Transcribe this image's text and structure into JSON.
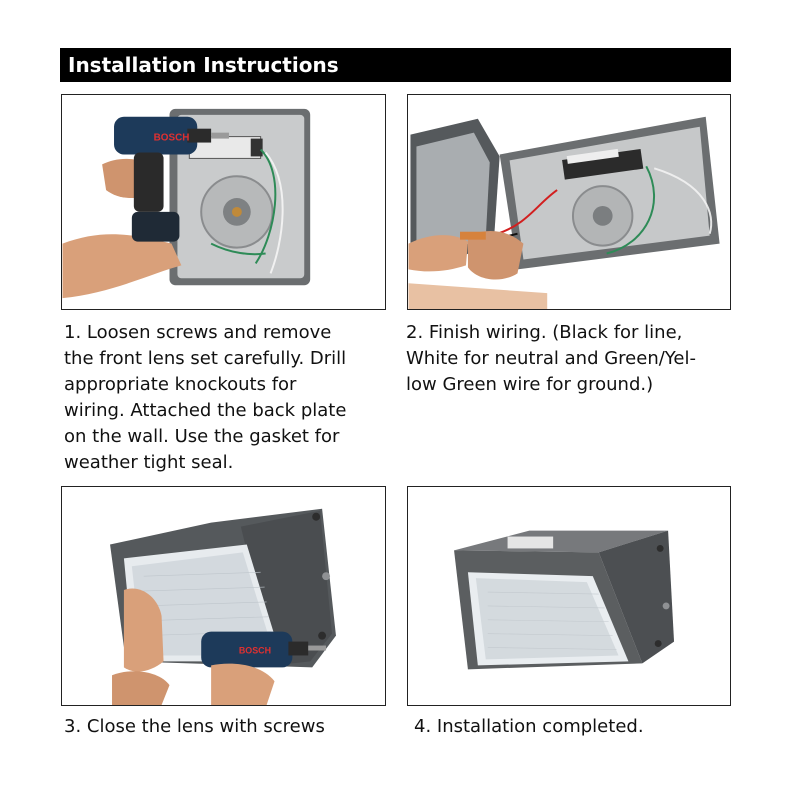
{
  "header": {
    "title": "Installation Instructions"
  },
  "steps": [
    {
      "caption": "1.  Loosen screws and remove\nthe front lens set carefully. Drill\nappropriate knockouts for\nwiring. Attached the back plate\non the wall. Use the gasket for\nweather tight seal.",
      "image": "drill-opening-housing-photo"
    },
    {
      "caption": "2. Finish wiring. (Black for line,\nWhite for neutral and Green/Yel-\nlow Green wire for ground.)",
      "image": "wiring-connection-photo"
    },
    {
      "caption": "3.  Close the lens with screws",
      "image": "closing-lens-with-drill-photo"
    },
    {
      "caption": "4.  Installation completed.",
      "image": "completed-wall-pack-photo"
    }
  ],
  "photo_labels": {
    "drill_brand": "BOSCH"
  },
  "colors": {
    "header_bg": "#000000",
    "header_text": "#ffffff",
    "housing": "#5b5e60",
    "skin": "#d9a07a"
  }
}
